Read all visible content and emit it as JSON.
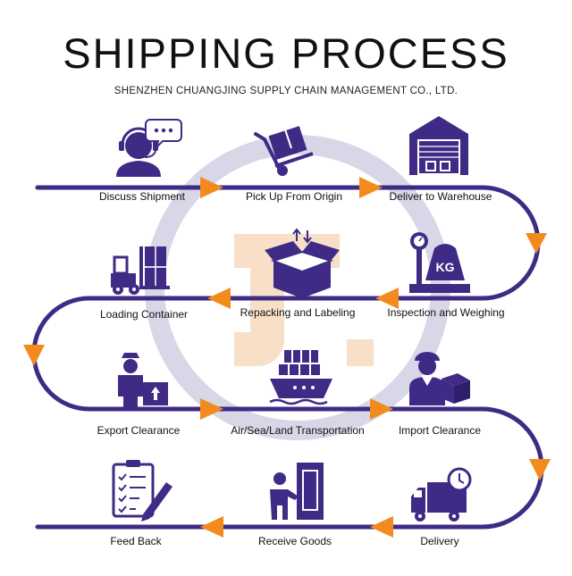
{
  "title": "SHIPPING PROCESS",
  "subtitle": "SHENZHEN CHUANGJING SUPPLY CHAIN MANAGEMENT CO., LTD.",
  "colors": {
    "path": "#3f2b86",
    "icon": "#3f2b86",
    "arrow": "#f28a1e",
    "watermark_ring": "#d7d7e8",
    "watermark_logo": "#f7d9bd"
  },
  "steps": [
    {
      "label": "Discuss Shipment",
      "icon": "headset-operator-icon"
    },
    {
      "label": "Pick Up From Origin",
      "icon": "hand-truck-icon"
    },
    {
      "label": "Deliver to Warehouse",
      "icon": "warehouse-icon"
    },
    {
      "label": "Inspection and Weighing",
      "icon": "weighing-scale-icon"
    },
    {
      "label": "Repacking and Labeling",
      "icon": "open-box-icon"
    },
    {
      "label": "Loading Container",
      "icon": "forklift-icon"
    },
    {
      "label": "Export Clearance",
      "icon": "customs-officer-icon"
    },
    {
      "label": "Air/Sea/Land Transportation",
      "icon": "cargo-ship-icon"
    },
    {
      "label": "Import Clearance",
      "icon": "courier-icon"
    },
    {
      "label": "Delivery",
      "icon": "delivery-truck-icon"
    },
    {
      "label": "Receive Goods",
      "icon": "receive-goods-icon"
    },
    {
      "label": "Feed Back",
      "icon": "checklist-icon"
    }
  ]
}
